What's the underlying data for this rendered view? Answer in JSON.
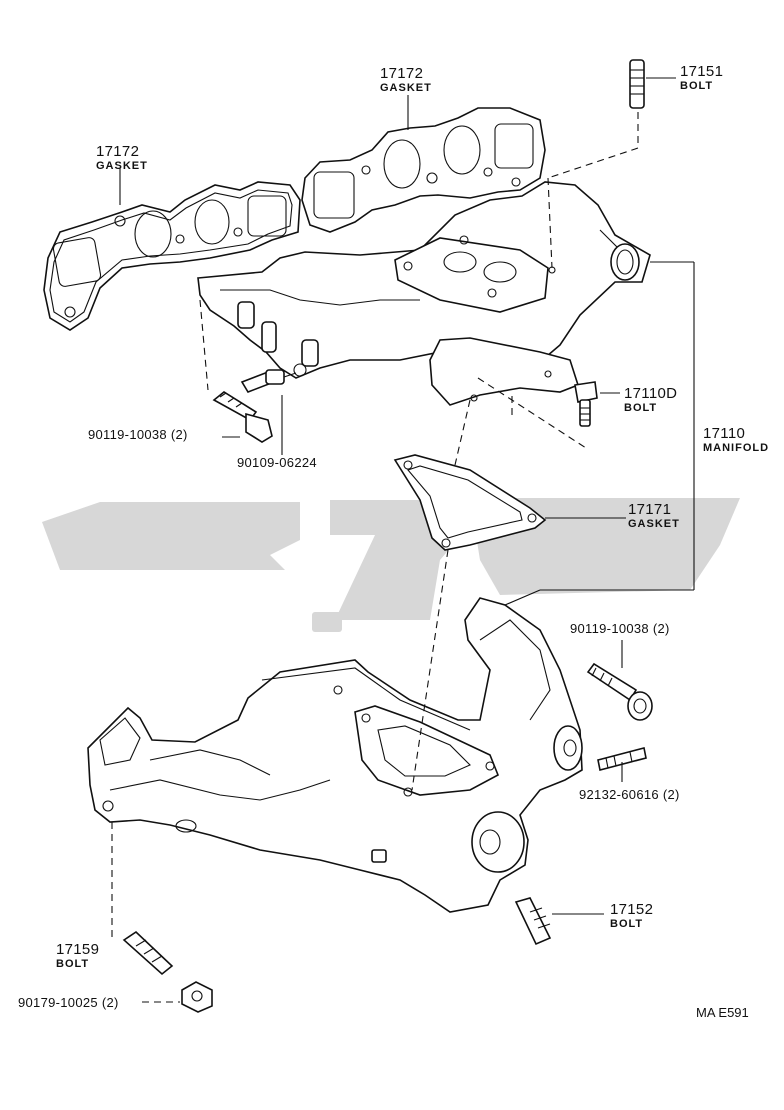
{
  "labels": {
    "gasket_left": {
      "number": "17172",
      "desc": "GASKET"
    },
    "gasket_top": {
      "number": "17172",
      "desc": "GASKET"
    },
    "bolt_17151": {
      "number": "17151",
      "desc": "BOLT"
    },
    "bolt_17110d": {
      "number": "17110D",
      "desc": "BOLT"
    },
    "manifold": {
      "number": "17110",
      "desc": "MANIFOLD"
    },
    "gasket_17171": {
      "number": "17171",
      "desc": "GASKET"
    },
    "bolt_17152": {
      "number": "17152",
      "desc": "BOLT"
    },
    "bolt_17159": {
      "number": "17159",
      "desc": "BOLT"
    }
  },
  "part_numbers": {
    "p_90119_upper": "90119-10038 (2)",
    "p_90109": "90109-06224",
    "p_90119_right": "90119-10038 (2)",
    "p_92132": "92132-60616 (2)",
    "p_90179": "90179-10025 (2)"
  },
  "diagram_code": "MA E591",
  "colors": {
    "line": "#111111",
    "watermark": "#d7d7d7"
  }
}
